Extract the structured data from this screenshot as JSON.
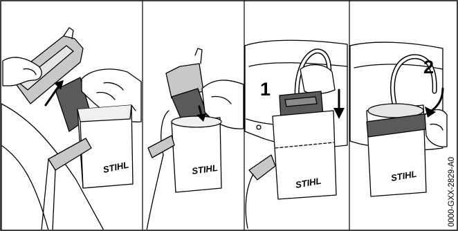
{
  "figure": {
    "panels": [
      {
        "id": "panel-1",
        "brand": "STIHL"
      },
      {
        "id": "panel-2",
        "brand": "STIHL"
      },
      {
        "id": "panel-3",
        "brand": "STIHL",
        "step": "1"
      },
      {
        "id": "panel-4",
        "brand": "STIHL",
        "step": "2"
      }
    ],
    "reference_code": "0000-GXX-2829-A0",
    "colors": {
      "line": "#000000",
      "shade": "#c8c8c8",
      "dark": "#5a5a5a",
      "paper": "#ffffff"
    }
  }
}
